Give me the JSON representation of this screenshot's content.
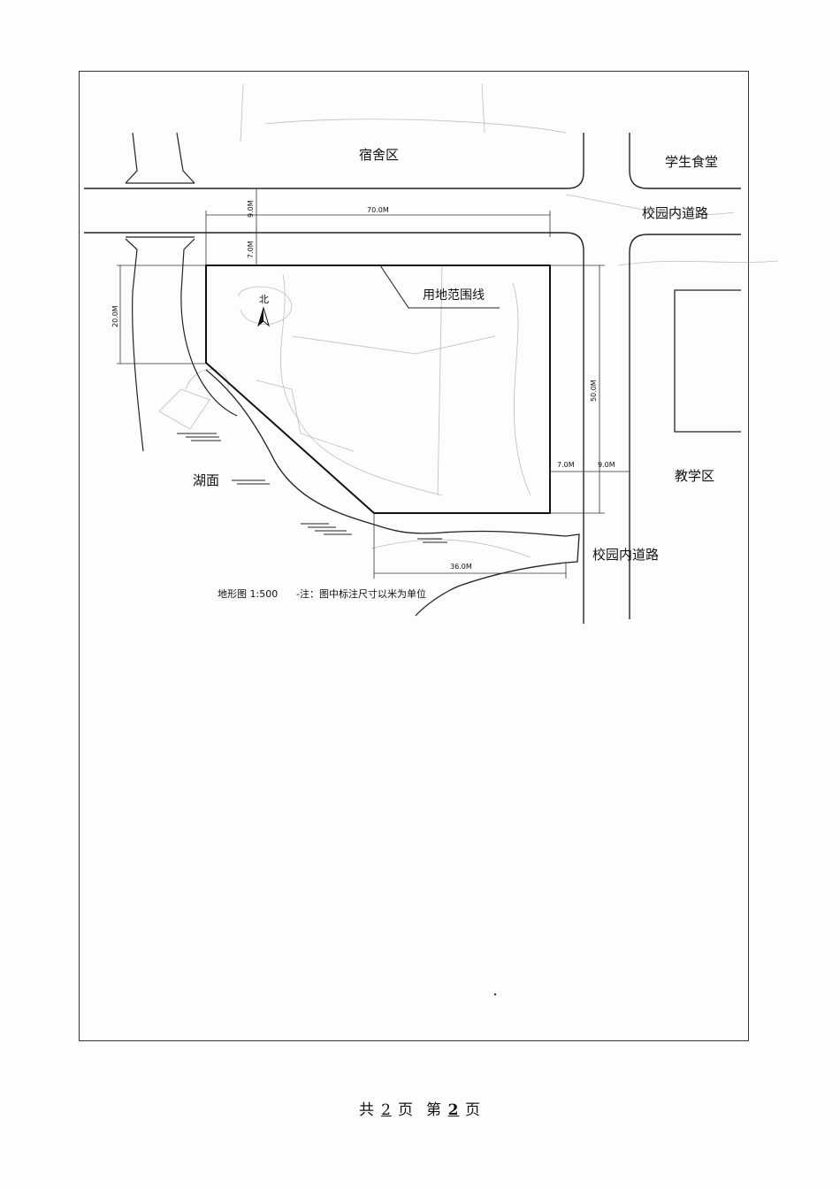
{
  "site_plan": {
    "labels": {
      "dormitory_area": "宿舍区",
      "student_canteen": "学生食堂",
      "campus_road_top": "校园内道路",
      "land_boundary": "用地范围线",
      "north": "北",
      "lake": "湖面",
      "teaching_area": "教学区",
      "campus_road_bottom": "校园内道路"
    },
    "dimensions": {
      "top_width": "70.0M",
      "road_width_top": "9.0M",
      "setback_top": "7.0M",
      "left_height": "20.0M",
      "right_height": "50.0M",
      "setback_right": "7.0M",
      "road_width_right": "9.0M",
      "bottom_width": "36.0M"
    },
    "caption": {
      "title": "地形图 1:500",
      "note": "-注：图中标注尺寸以米为单位"
    }
  },
  "footer": {
    "total_prefix": "共",
    "total_pages": "2",
    "total_suffix": "页",
    "current_prefix": "第",
    "current_page": "2",
    "current_suffix": "页"
  },
  "colors": {
    "line": "#222222",
    "pencil": "#9a9a9a"
  }
}
